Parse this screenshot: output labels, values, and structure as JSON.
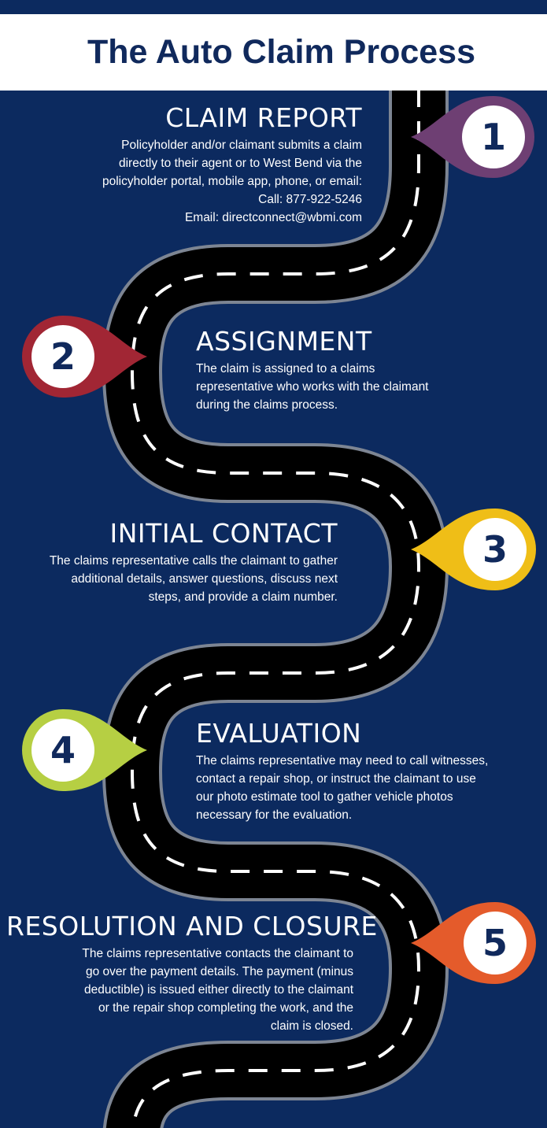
{
  "header": {
    "title": "The Auto Claim Process"
  },
  "colors": {
    "background": "#0c2a5f",
    "road": "#000000",
    "road_edge": "#7d8593",
    "dash": "#ffffff",
    "title_text": "#10295c",
    "pin_1": "#6e3f73",
    "pin_2": "#a12634",
    "pin_3": "#efbe17",
    "pin_4": "#b6cf43",
    "pin_5": "#e45b2b"
  },
  "steps": [
    {
      "number": "1",
      "title": "CLAIM REPORT",
      "lines": [
        "Policyholder and/or claimant submits a claim",
        "directly to their agent or to West Bend via the",
        "policyholder portal, mobile app, phone, or email:",
        "Call: 877-922-5246",
        "Email: directconnect@wbmi.com"
      ]
    },
    {
      "number": "2",
      "title": "ASSIGNMENT",
      "lines": [
        "The claim is assigned to a claims",
        "representative who works with the claimant",
        "during the claims process."
      ]
    },
    {
      "number": "3",
      "title": "INITIAL CONTACT",
      "lines": [
        "The claims representative calls the claimant to gather",
        "additional details, answer questions, discuss next",
        "steps, and provide a claim number."
      ]
    },
    {
      "number": "4",
      "title": "EVALUATION",
      "lines": [
        "The claims representative may need to call witnesses,",
        "contact a repair shop, or instruct the claimant to use",
        "our photo estimate tool to gather vehicle photos",
        "necessary for the evaluation."
      ]
    },
    {
      "number": "5",
      "title": "RESOLUTION AND CLOSURE",
      "lines": [
        "The claims representative contacts the claimant to",
        "go over the payment details. The payment (minus",
        "deductible) is issued either directly to the claimant",
        "or the repair shop completing the work, and the",
        "claim is closed."
      ]
    }
  ]
}
